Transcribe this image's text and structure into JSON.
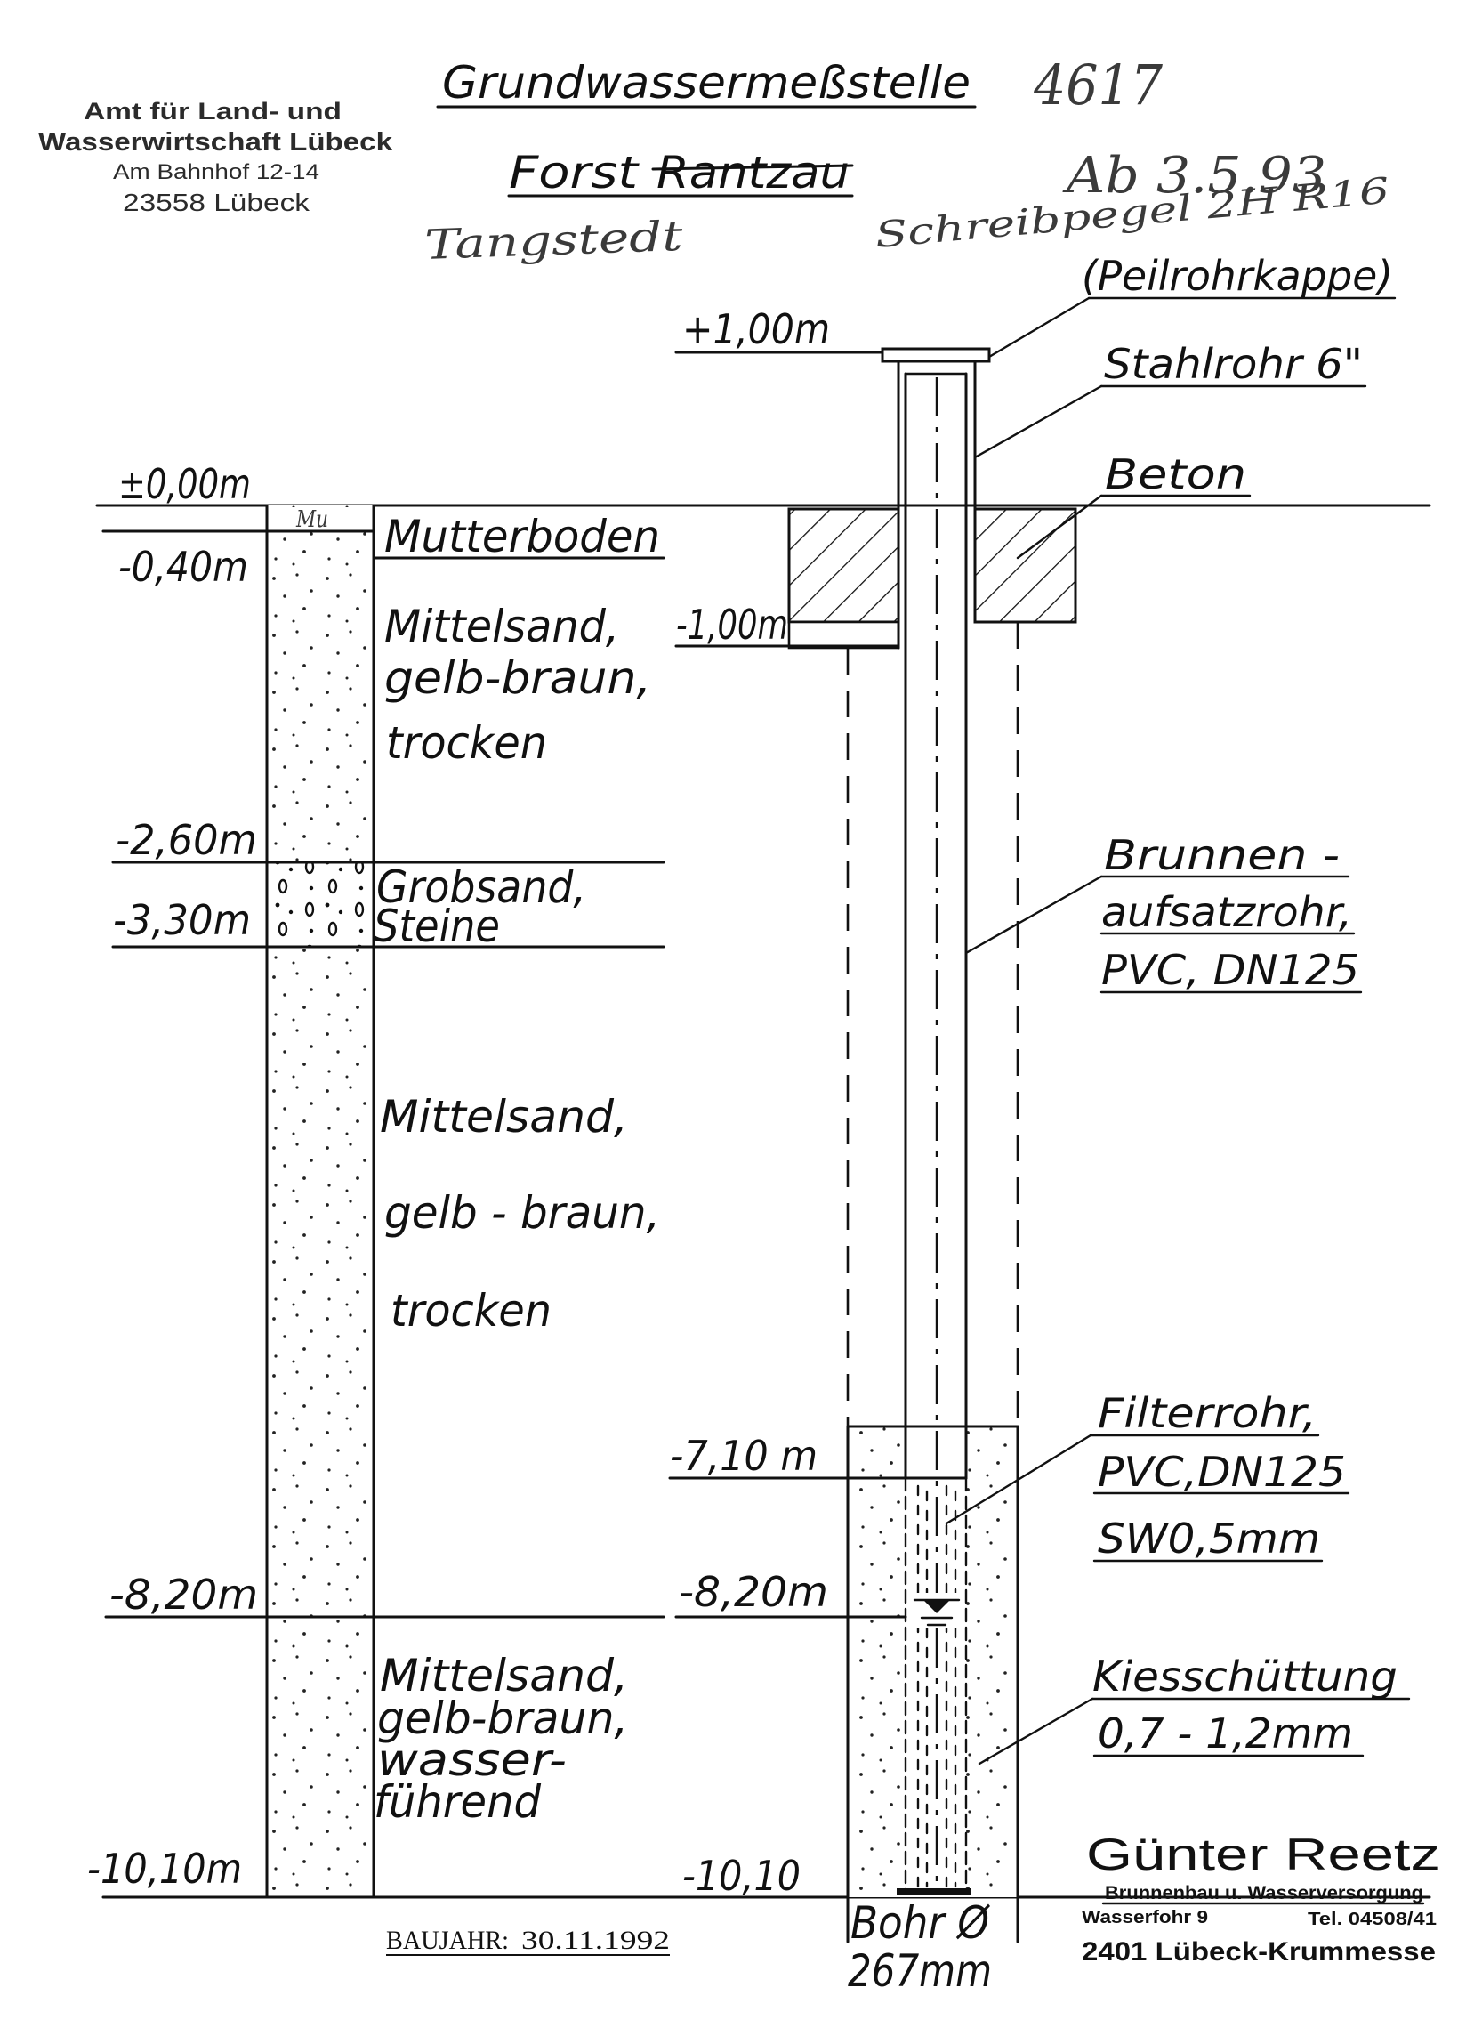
{
  "stamp": {
    "line1": "Amt für Land- und",
    "line2": "Wasserwirtschaft Lübeck",
    "line3": "Am Bahnhof 12-14",
    "line4": "23558 Lübeck"
  },
  "header": {
    "title": "Grundwassermeßstelle",
    "number": "4617",
    "location": [
      "Forst",
      "Rantzau"
    ],
    "date_note": "Ab 3.5.93",
    "place_note": "Tangstedt",
    "gauge_note": "Schreibpegel 2H R16"
  },
  "profile": {
    "depths": [
      "±0,00m",
      "-0,40m",
      "-2,60m",
      "-3,30m",
      "-8,20m",
      "-10,10m"
    ],
    "topsoil_mark": "Mu",
    "layers": [
      [
        "Mutterboden"
      ],
      [
        "Mittelsand,",
        "gelb-braun,",
        "trocken"
      ],
      [
        "Grobsand,",
        "Steine"
      ],
      [
        "Mittelsand,",
        "gelb - braun,",
        "trocken"
      ],
      [
        "Mittelsand,",
        "gelb-braun,",
        "wasser-",
        "führend"
      ]
    ]
  },
  "well": {
    "levels": [
      "+1,00m",
      "-1,00m",
      "-7,10 m",
      "-8,20m",
      "-10,10"
    ],
    "cap_label": "(Peilrohrkappe)",
    "steel_label": "Stahlrohr 6\"",
    "concrete_label": "Beton",
    "riser_label": [
      "Brunnen -",
      "aufsatzrohr,",
      "PVC, DN125"
    ],
    "filter_label": [
      "Filterrohr,",
      "PVC,DN125",
      "SW0,5mm"
    ],
    "gravel_label": [
      "Kiesschüttung",
      "0,7 - 1,2mm"
    ],
    "bore_label": [
      "Bohr Ø",
      "267mm"
    ]
  },
  "company": {
    "name": "Günter Reetz",
    "business": "Brunnenbau u. Wasserversorgung",
    "street": "Wasserfohr 9",
    "phone": "Tel. 04508/41",
    "city": "2401 Lübeck-Krummesse"
  },
  "baujahr": {
    "label": "BAUJAHR:",
    "date": "30.11.1992"
  }
}
